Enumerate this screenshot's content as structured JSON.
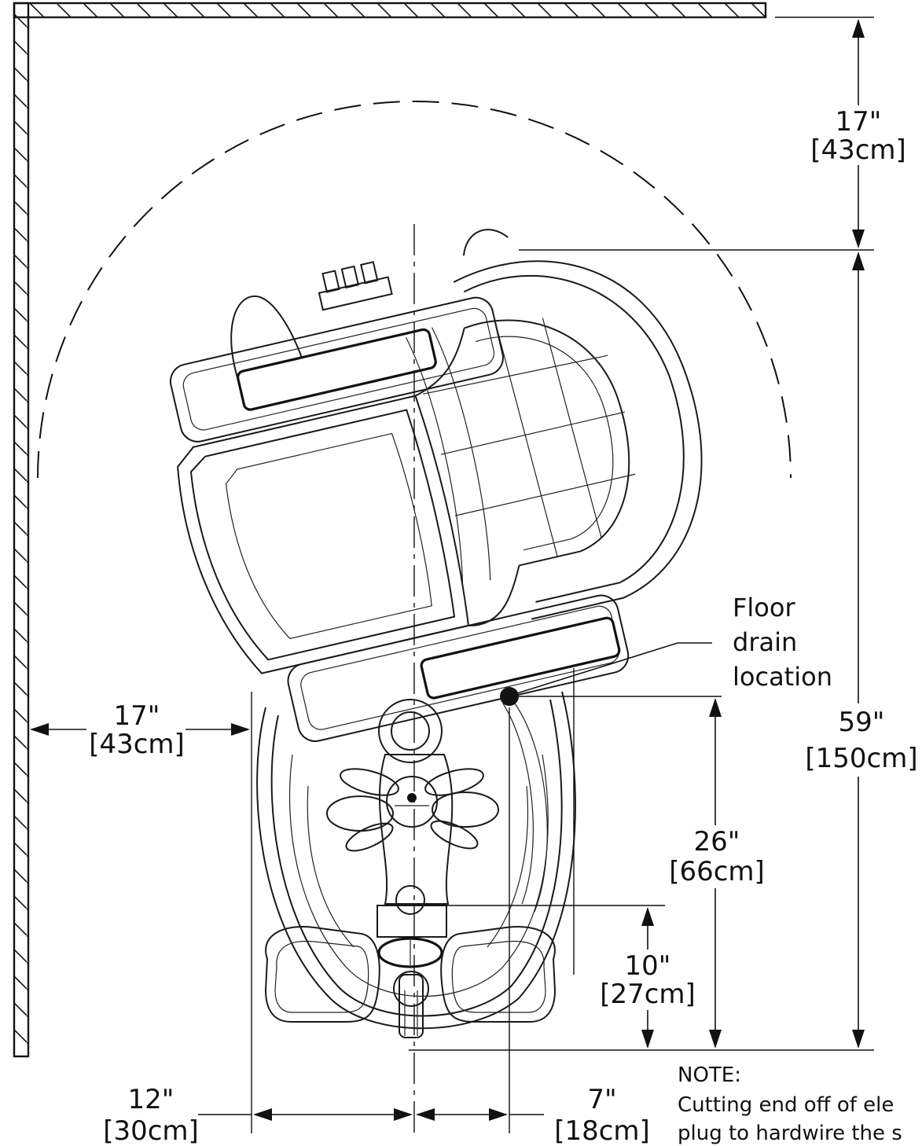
{
  "dimensions": {
    "top_clearance": {
      "imperial": "17\"",
      "metric": "[43cm]"
    },
    "overall_length": {
      "imperial": "59\"",
      "metric": "[150cm]"
    },
    "side_clearance": {
      "imperial": "17\"",
      "metric": "[43cm]"
    },
    "drain_to_end": {
      "imperial": "26\"",
      "metric": "[66cm]"
    },
    "footrest": {
      "imperial": "10\"",
      "metric": "[27cm]"
    },
    "base_width": {
      "imperial": "12\"",
      "metric": "[30cm]"
    },
    "drain_offset": {
      "imperial": "7\"",
      "metric": "[18cm]"
    }
  },
  "drain_label": {
    "line1": "Floor",
    "line2": "drain",
    "line3": "location"
  },
  "note": {
    "heading": "NOTE:",
    "line1": "Cutting end off of ele",
    "line2": "plug to hardwire the s"
  },
  "icons": {
    "floor_drain": "drain-dot-icon",
    "control_knob": "knob-icon"
  }
}
